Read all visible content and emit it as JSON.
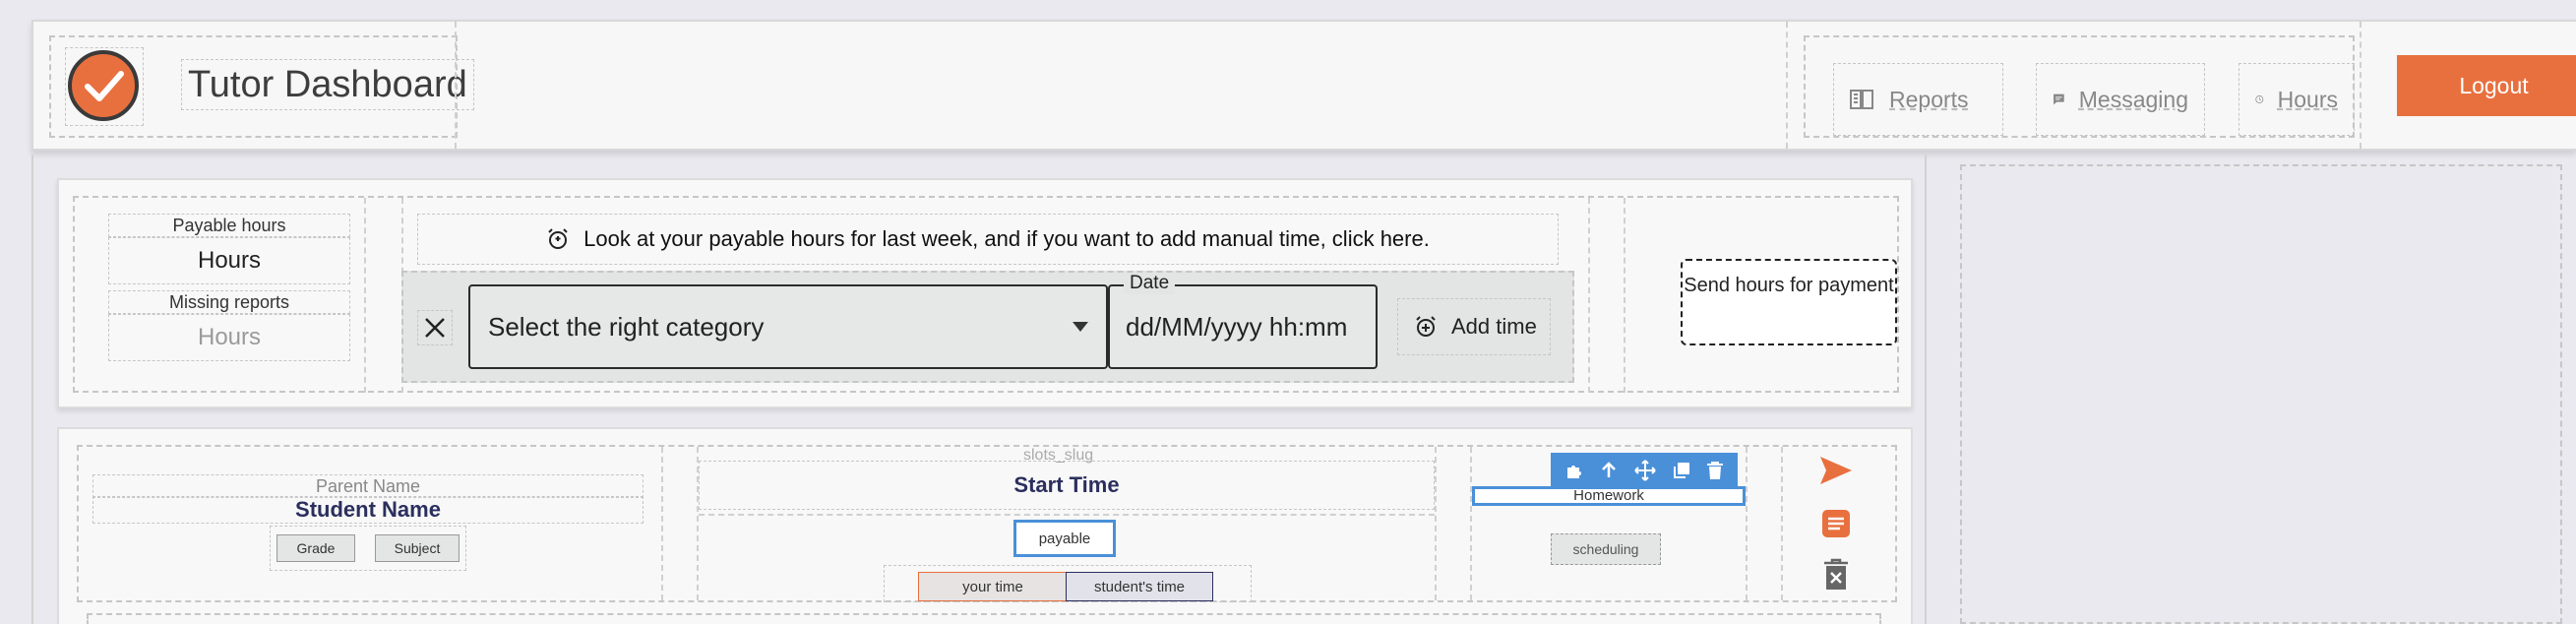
{
  "header": {
    "title": "Tutor Dashboard",
    "nav": [
      {
        "label": "Reports",
        "icon": "book-icon"
      },
      {
        "label": "Messaging",
        "icon": "chat-icon"
      },
      {
        "label": "Hours",
        "icon": "clock-icon"
      }
    ],
    "logout_label": "Logout"
  },
  "hours_panel": {
    "payable_label": "Payable hours",
    "payable_value": "Hours",
    "missing_label": "Missing reports",
    "missing_value": "Hours",
    "info_text": "Look at your payable hours for last week, and if you want to add manual time, click here.",
    "category_placeholder": "Select the right category",
    "date_label": "Date",
    "date_placeholder": "dd/MM/yyyy hh:mm",
    "add_time_label": "Add time",
    "send_hours_label": "Send hours for payment"
  },
  "student_row": {
    "parent_name": "Parent Name",
    "student_name": "Student Name",
    "grade_label": "Grade",
    "subject_label": "Subject",
    "slots_slug": "slots_slug",
    "start_time_label": "Start Time",
    "payable_label": "payable",
    "your_time_label": "your time",
    "students_time_label": "student's time",
    "homework_label": "Homework",
    "scheduling_label": "scheduling"
  },
  "colors": {
    "accent": "#e8703f",
    "navy": "#2b2f5d",
    "select_blue": "#4a90d9"
  }
}
